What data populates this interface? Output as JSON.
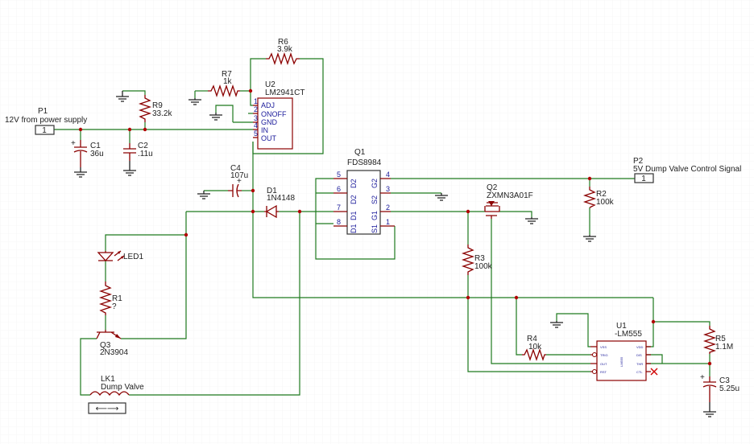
{
  "components": {
    "p1": {
      "ref": "P1",
      "value": "12V from power supply",
      "pin": "1"
    },
    "p2": {
      "ref": "P2",
      "value": "5V Dump Valve Control Signal",
      "pin": "1"
    },
    "c1": {
      "ref": "C1",
      "value": "36u"
    },
    "c2": {
      "ref": "C2",
      "value": ".11u"
    },
    "c3": {
      "ref": "C3",
      "value": "5.25u"
    },
    "c4": {
      "ref": "C4",
      "value": "107u"
    },
    "r1": {
      "ref": "R1",
      "value": "?"
    },
    "r2": {
      "ref": "R2",
      "value": "100k"
    },
    "r3": {
      "ref": "R3",
      "value": "100k"
    },
    "r4": {
      "ref": "R4",
      "value": "10k"
    },
    "r5": {
      "ref": "R5",
      "value": "1.1M"
    },
    "r6": {
      "ref": "R6",
      "value": "3.9k"
    },
    "r7": {
      "ref": "R7",
      "value": "1k"
    },
    "r9": {
      "ref": "R9",
      "value": "33.2k"
    },
    "d1": {
      "ref": "D1",
      "value": "1N4148"
    },
    "led1": {
      "ref": "LED1"
    },
    "q1": {
      "ref": "Q1",
      "value": "FDS8984",
      "pins_left": [
        "5",
        "6",
        "7",
        "8"
      ],
      "pins_right": [
        "4",
        "3",
        "2",
        "1"
      ],
      "names_left": [
        "D2",
        "D2",
        "D1",
        "D1"
      ],
      "names_right": [
        "G2",
        "S2",
        "G1",
        "S1"
      ]
    },
    "q2": {
      "ref": "Q2",
      "value": "ZXMN3A01F"
    },
    "q3": {
      "ref": "Q3",
      "value": "2N3904"
    },
    "u1": {
      "ref": "U1",
      "value": "-LM555",
      "chip": "LM555",
      "pins_left": [
        "VSS",
        "TRIG",
        "OUT",
        "RST"
      ],
      "pins_right": [
        "VDD",
        "DIS",
        "THR",
        "CTL"
      ]
    },
    "u2": {
      "ref": "U2",
      "value": "LM2941CT",
      "pin_numbers": [
        "1",
        "2",
        "3",
        "4",
        "5"
      ],
      "pin_names": [
        "ADJ",
        "ONOFF",
        "GND",
        "IN",
        "OUT"
      ]
    },
    "lk1": {
      "ref": "LK1",
      "value": "Dump Valve"
    }
  }
}
